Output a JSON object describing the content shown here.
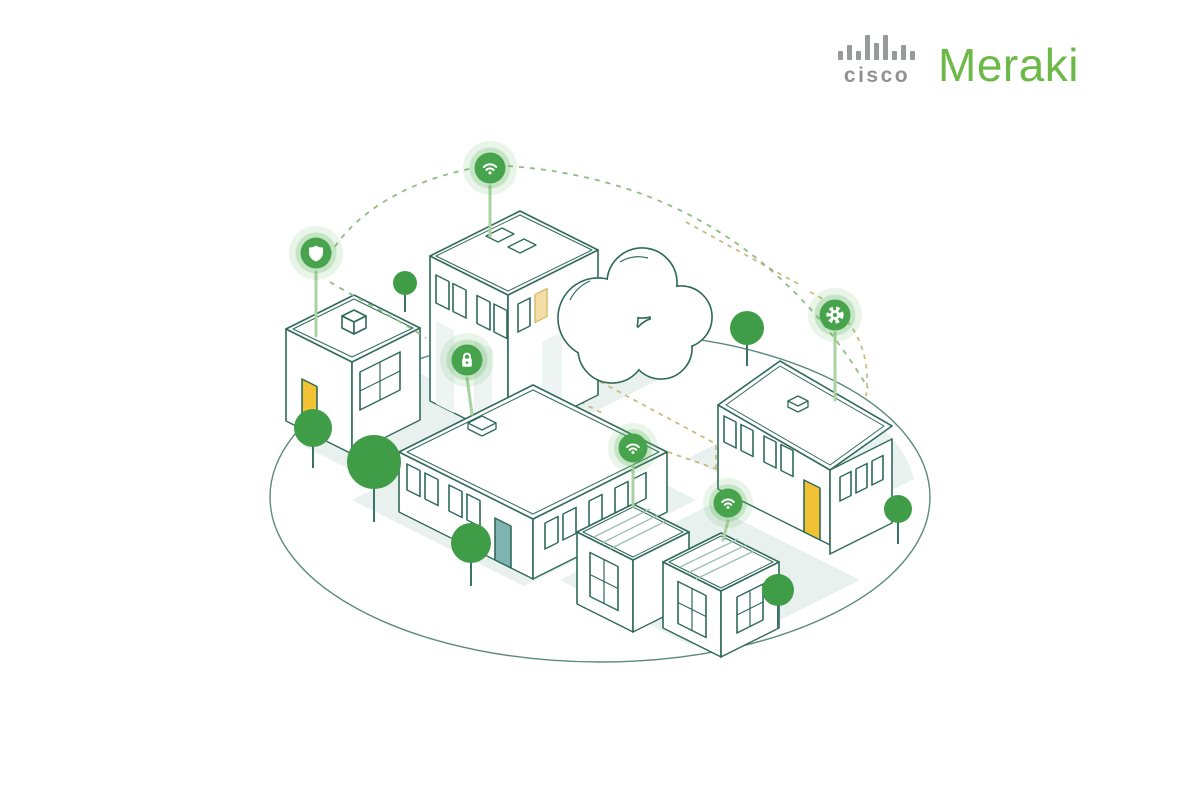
{
  "brand": {
    "logo_label": "cisco",
    "product_label": "Meraki",
    "logo_color": "#8f9194",
    "product_color": "#6cb947"
  },
  "illustration": {
    "description": "Isometric illustration of a small town of buildings connected wirelessly to a central cloud",
    "badges": [
      {
        "icon": "wifi-icon",
        "attached_to": "headquarters-building"
      },
      {
        "icon": "shield-icon",
        "attached_to": "storage-building"
      },
      {
        "icon": "lock-icon",
        "attached_to": "office-building"
      },
      {
        "icon": "gear-icon",
        "attached_to": "branch-building"
      },
      {
        "icon": "wifi-icon",
        "attached_to": "warehouse-left"
      },
      {
        "icon": "wifi-icon",
        "attached_to": "warehouse-right"
      }
    ],
    "buildings": [
      "headquarters-building",
      "storage-building",
      "office-building",
      "branch-building",
      "warehouse-left",
      "warehouse-right"
    ],
    "cloud": "network-cloud",
    "colors": {
      "outline": "#2f6a5a",
      "badge_green": "#48a44c",
      "halo_green": "#4caf50",
      "tree_green": "#3f9d47",
      "door_yellow": "#f2c235",
      "door_teal": "#7fb3b1",
      "window_cream": "#f3dfa6",
      "ground_tint": "#e9f1ee",
      "dash_green": "#8fbc83",
      "dash_olive": "#c8b97b",
      "stem_green": "#a9d3a3"
    }
  }
}
